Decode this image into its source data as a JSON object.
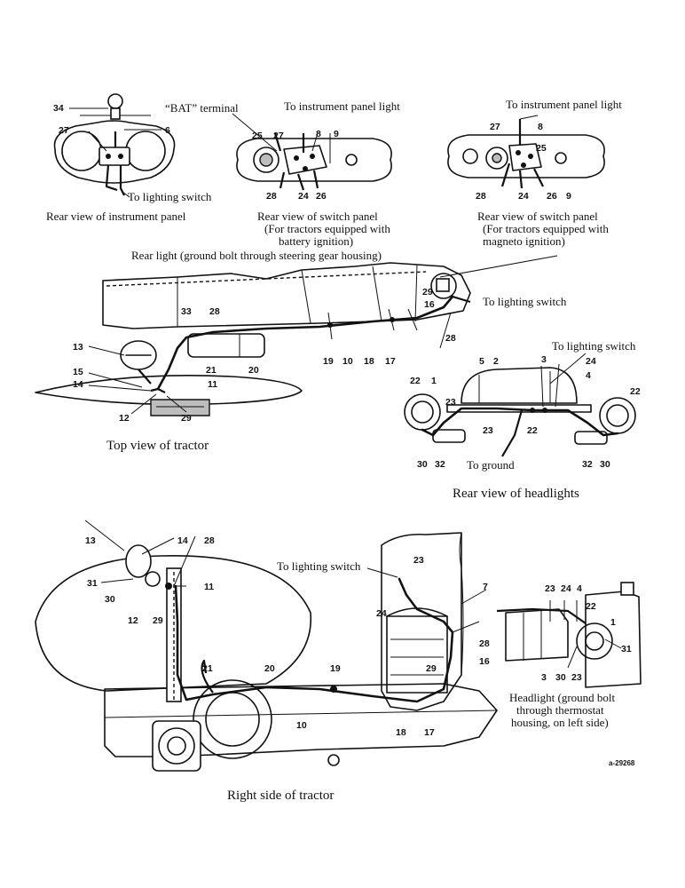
{
  "captions": {
    "instrument_panel": "Rear view of instrument panel",
    "switch_battery_1": "Rear view of switch panel",
    "switch_battery_2": "(For tractors equipped with",
    "switch_battery_3": "battery ignition)",
    "switch_magneto_1": "Rear view of switch panel",
    "switch_magneto_2": "(For tractors equipped with",
    "switch_magneto_3": "magneto ignition)",
    "top_view": "Top view of tractor",
    "rear_headlights": "Rear view of headlights",
    "right_side": "Right side of tractor",
    "headlight_1": "Headlight (ground bolt",
    "headlight_2": "through thermostat",
    "headlight_3": "housing, on left side)"
  },
  "callouts": {
    "bat_terminal": "“BAT” terminal",
    "to_instrument_light_1": "To instrument panel light",
    "to_instrument_light_2": "To instrument panel light",
    "to_lighting_switch_panel": "To lighting switch",
    "rear_light": "Rear light (ground bolt through steering gear housing)",
    "to_lighting_switch_top": "To lighting switch",
    "to_lighting_switch_rear": "To lighting switch",
    "to_ground": "To ground",
    "to_lighting_switch_side": "To lighting switch"
  },
  "part_numbers": {
    "ip_34": "34",
    "ip_27": "27",
    "ip_6": "6",
    "bp_25": "25",
    "bp_27": "27",
    "bp_8": "8",
    "bp_9": "9",
    "bp_28": "28",
    "bp_24": "24",
    "bp_26": "26",
    "mp_27": "27",
    "mp_8": "8",
    "mp_25": "25",
    "mp_28": "28",
    "mp_24": "24",
    "mp_26": "26",
    "mp_9": "9",
    "tv_33": "33",
    "tv_28a": "28",
    "tv_13": "13",
    "tv_21": "21",
    "tv_20": "20",
    "tv_15": "15",
    "tv_14": "14",
    "tv_11": "11",
    "tv_12": "12",
    "tv_29a": "29",
    "tv_19": "19",
    "tv_10": "10",
    "tv_18": "18",
    "tv_17": "17",
    "tv_29b": "29",
    "tv_16": "16",
    "tv_28b": "28",
    "rh_5": "5",
    "rh_2": "2",
    "rh_3": "3",
    "rh_24": "24",
    "rh_4": "4",
    "rh_22a": "22",
    "rh_1": "1",
    "rh_23a": "23",
    "rh_22b": "22",
    "rh_23b": "23",
    "rh_22c": "22",
    "rh_30a": "30",
    "rh_32a": "32",
    "rh_32b": "32",
    "rh_30b": "30",
    "rs_13": "13",
    "rs_14": "14",
    "rs_28a": "28",
    "rs_31a": "31",
    "rs_11": "11",
    "rs_30": "30",
    "rs_12": "12",
    "rs_29a": "29",
    "rs_23": "23",
    "rs_24": "24",
    "rs_7": "7",
    "rs_28b": "28",
    "rs_29b": "29",
    "rs_16": "16",
    "rs_21": "21",
    "rs_20": "20",
    "rs_19": "19",
    "rs_10": "10",
    "rs_18": "18",
    "rs_17": "17",
    "hl_23a": "23",
    "hl_24": "24",
    "hl_4": "4",
    "hl_22": "22",
    "hl_1": "1",
    "hl_31": "31",
    "hl_3": "3",
    "hl_30": "30",
    "hl_23b": "23"
  },
  "figure_id": "a-29268"
}
